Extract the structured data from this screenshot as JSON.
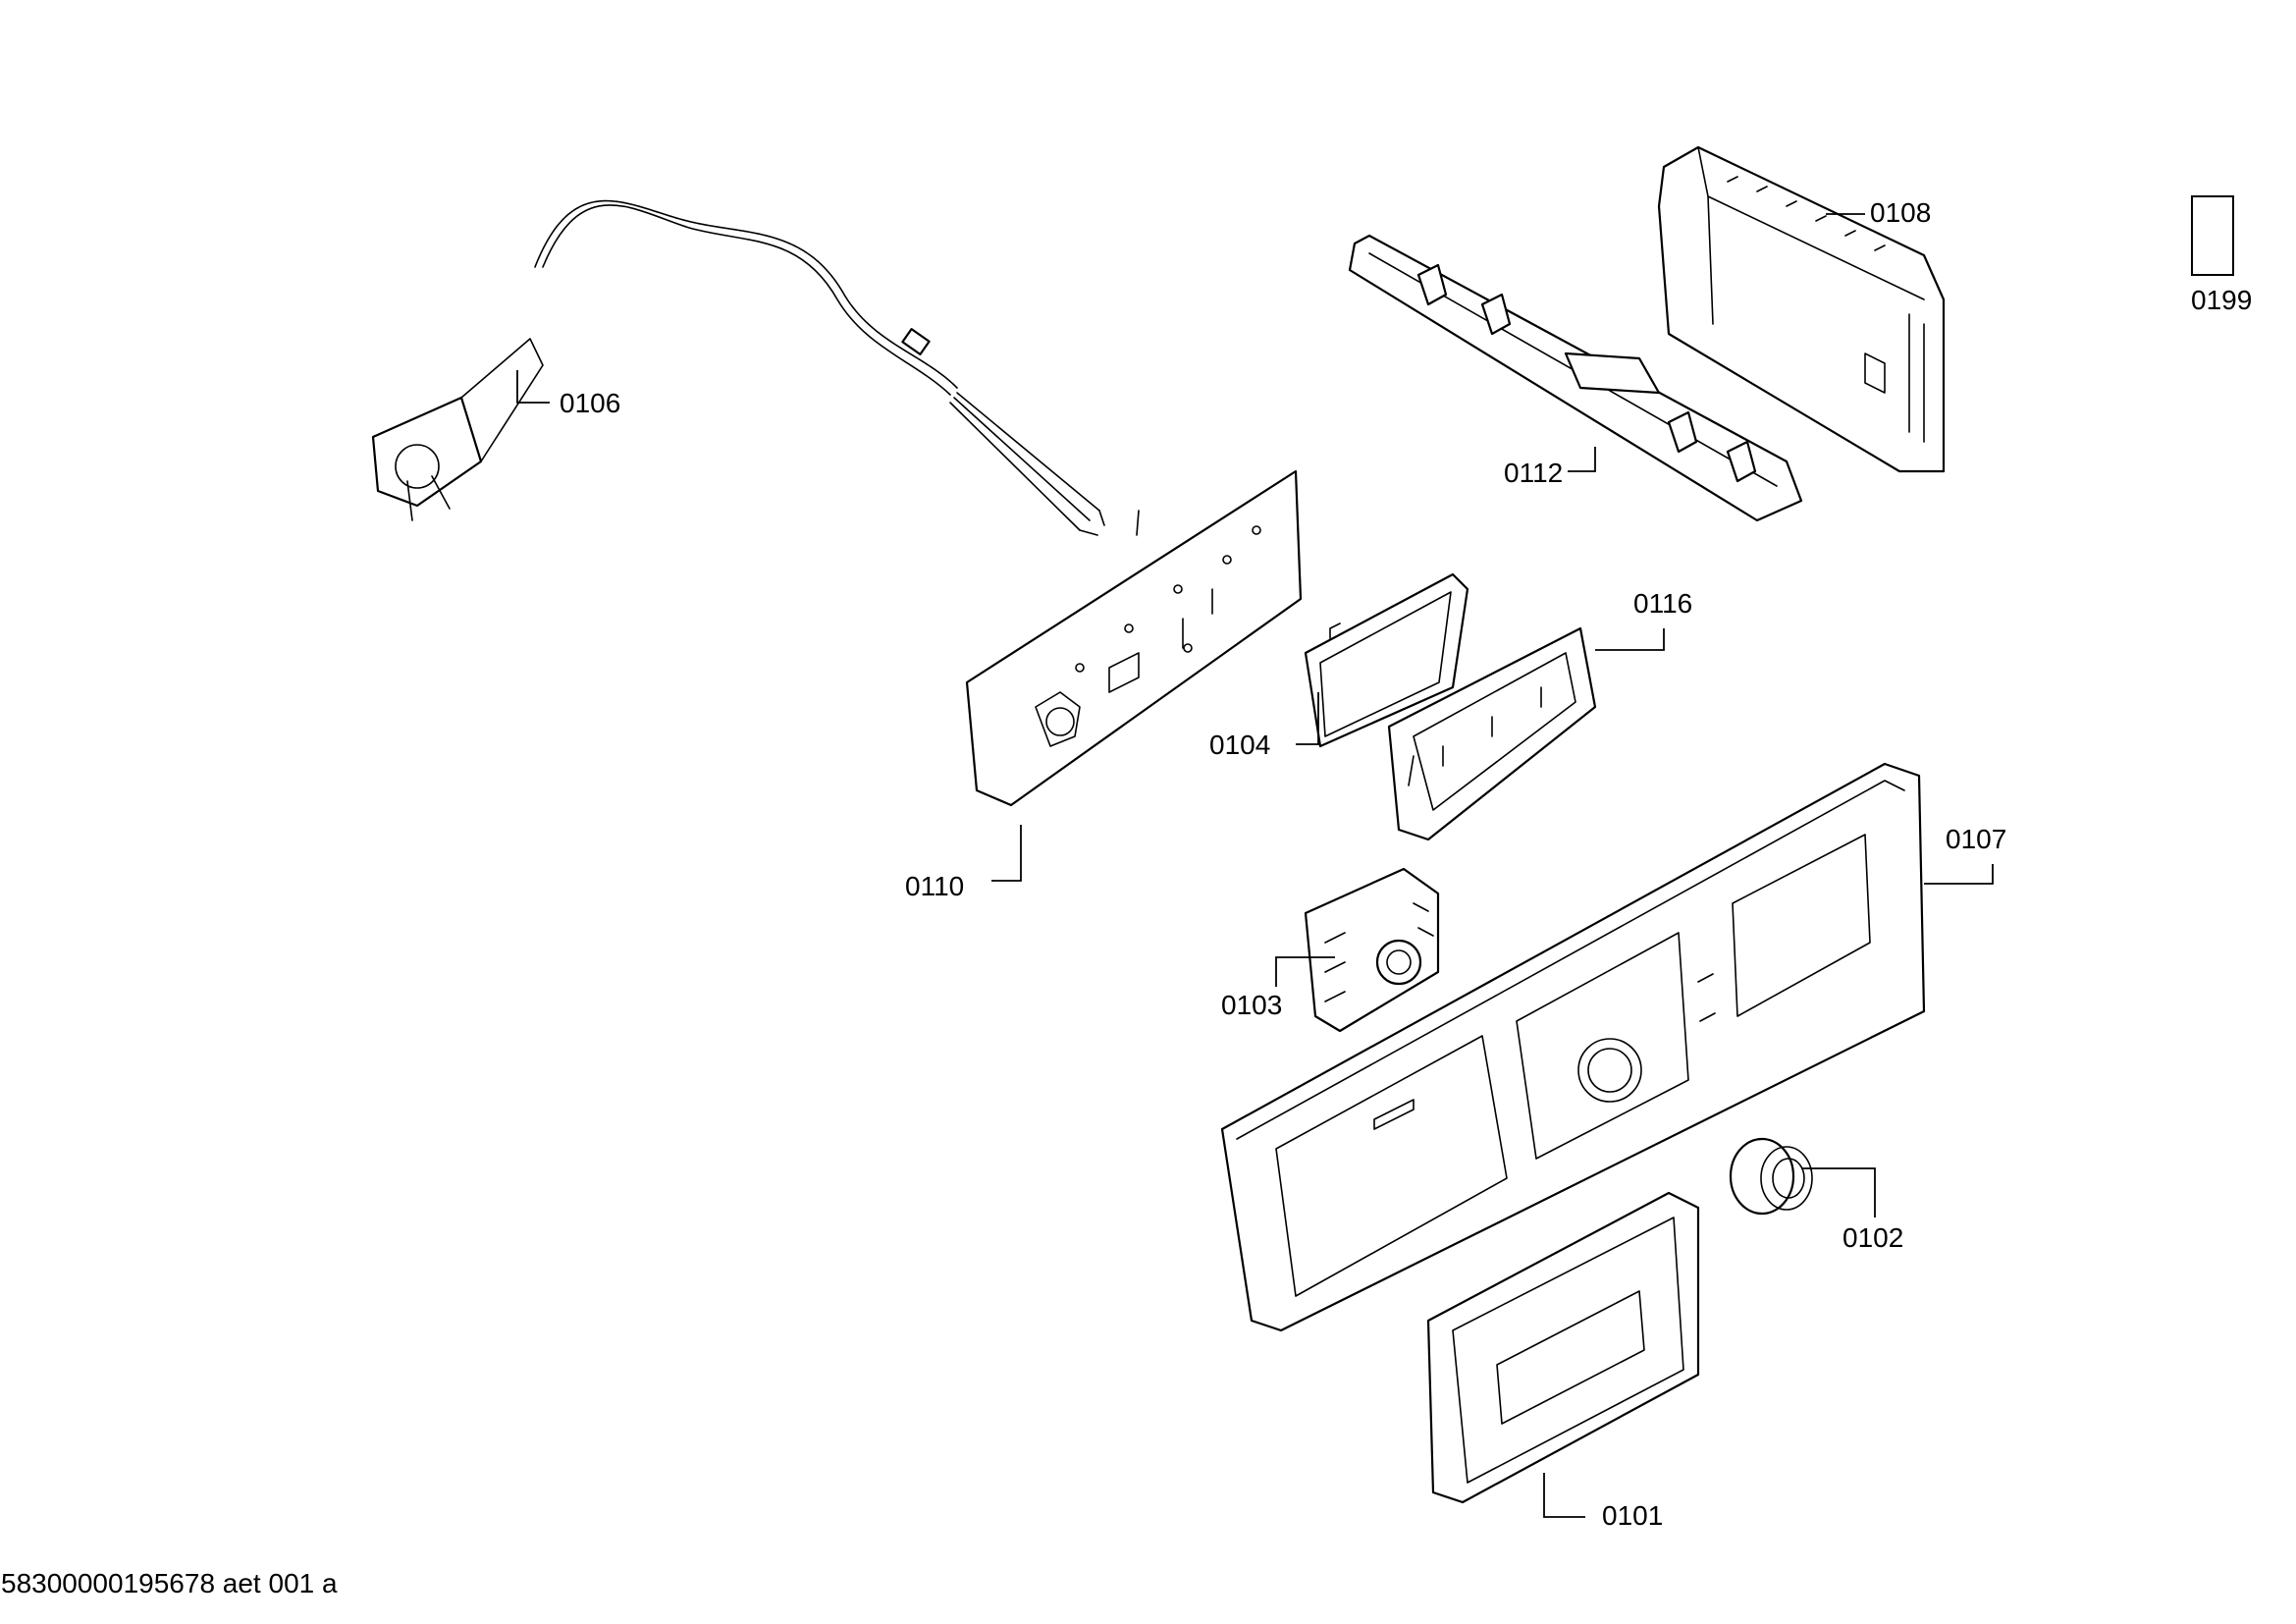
{
  "parts": [
    {
      "id": "0101"
    },
    {
      "id": "0102"
    },
    {
      "id": "0103"
    },
    {
      "id": "0104"
    },
    {
      "id": "0106"
    },
    {
      "id": "0107"
    },
    {
      "id": "0108"
    },
    {
      "id": "0110"
    },
    {
      "id": "0112"
    },
    {
      "id": "0116"
    },
    {
      "id": "0199",
      "icon": "wrench-nut-icon"
    }
  ],
  "footer": {
    "document_code": "58300000195678 aet 001 a"
  }
}
